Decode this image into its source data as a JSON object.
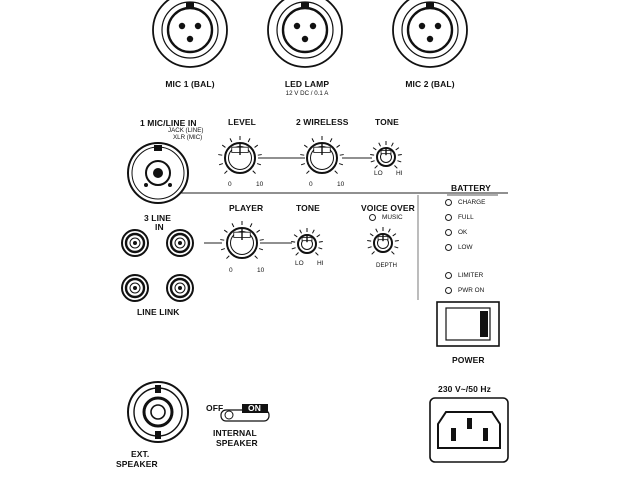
{
  "top_connectors": {
    "mic1": "MIC 1 (BAL)",
    "led_lamp": "LED LAMP",
    "led_lamp_spec": "12 V DC / 0.1 A",
    "mic2": "MIC 2 (BAL)"
  },
  "channel1": {
    "title": "1 MIC/LINE IN",
    "sub_jack": "JACK (LINE)",
    "sub_xlr": "XLR (MIC)",
    "level_label": "LEVEL",
    "level_min": "0",
    "level_max": "10"
  },
  "channel2": {
    "title": "2 WIRELESS",
    "min": "0",
    "max": "10",
    "tone_label": "TONE",
    "tone_lo": "LO",
    "tone_hi": "HI"
  },
  "channel3": {
    "title": "3 LINE IN",
    "title_line1": "3 LINE",
    "title_line2": "IN",
    "player_label": "PLAYER",
    "player_min": "0",
    "player_max": "10",
    "tone_label": "TONE",
    "tone_lo": "LO",
    "tone_hi": "HI",
    "line_link": "LINE LINK"
  },
  "voice_over": {
    "title": "VOICE OVER",
    "music": "MUSIC",
    "depth": "DEPTH"
  },
  "battery": {
    "title": "BATTERY",
    "indicators": [
      "CHARGE",
      "FULL",
      "OK",
      "LOW"
    ]
  },
  "status": {
    "indicators": [
      "LIMITER",
      "PWR ON"
    ]
  },
  "power": {
    "label": "POWER",
    "mains": "230 V~/50 Hz"
  },
  "speaker": {
    "ext_line1": "EXT.",
    "ext_line2": "SPEAKER",
    "switch_off": "OFF",
    "switch_on": "ON",
    "internal_line1": "INTERNAL",
    "internal_line2": "SPEAKER"
  },
  "colors": {
    "ink": "#111111",
    "panel": "#ffffff",
    "switch_fill": "#111111"
  }
}
